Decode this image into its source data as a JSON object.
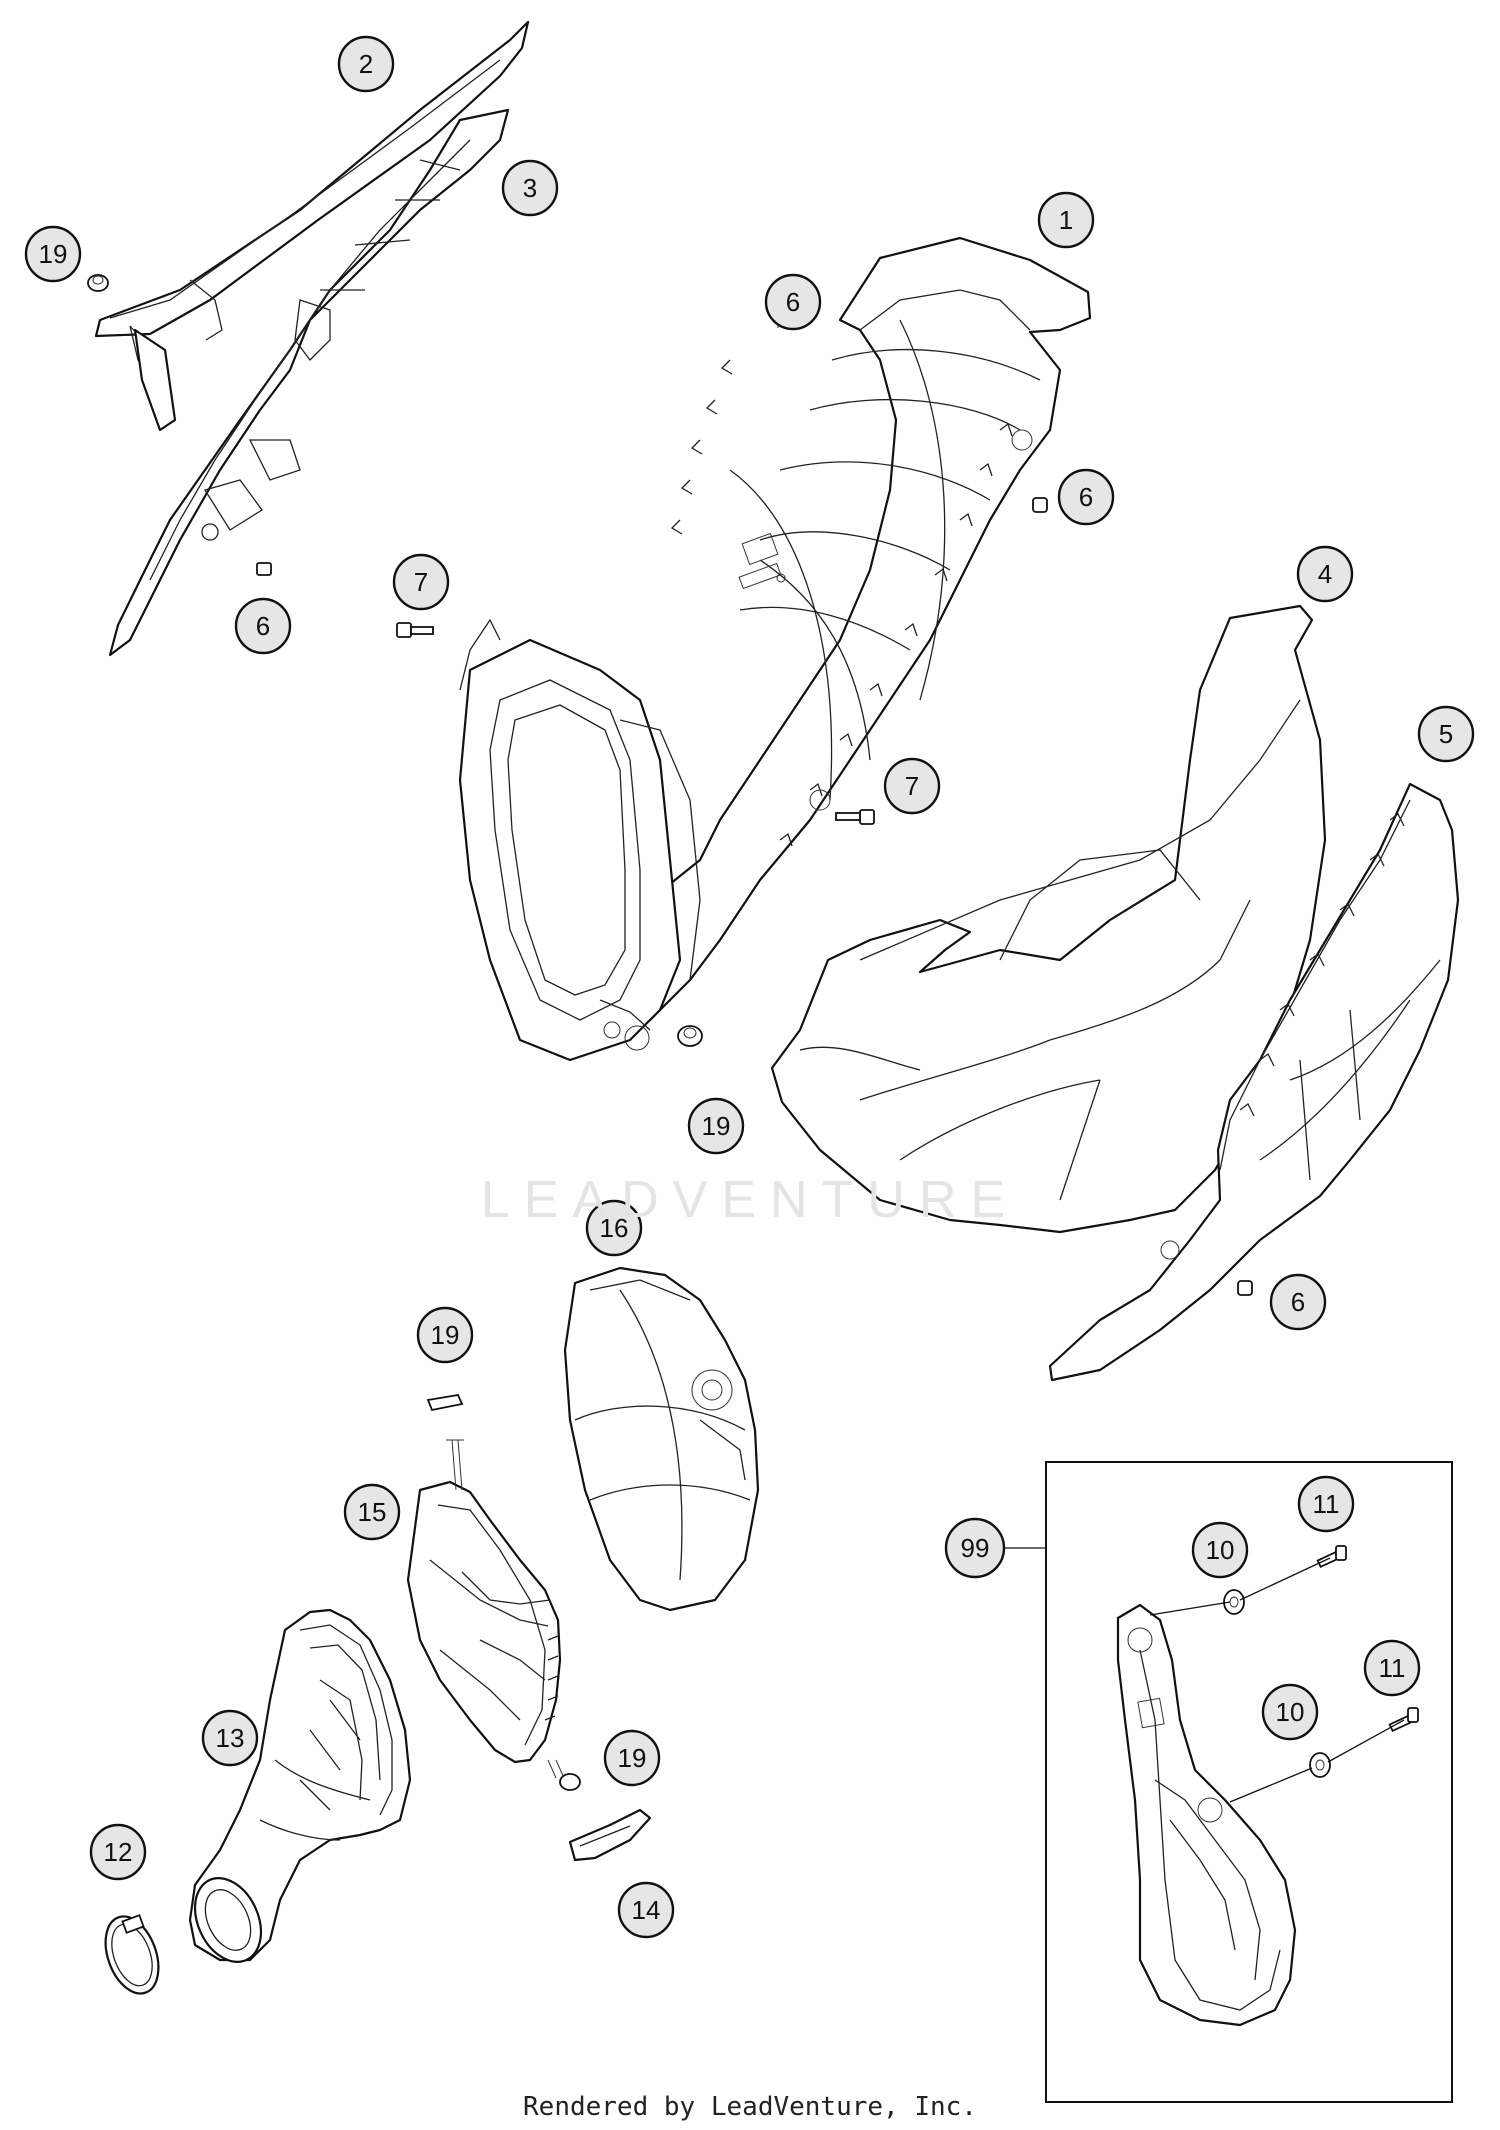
{
  "watermark": "LEADVENTURE",
  "footer": "Rendered by LeadVenture, Inc.",
  "kit_label": "99",
  "callouts": [
    {
      "id": "c-2",
      "label": "2"
    },
    {
      "id": "c-3",
      "label": "3"
    },
    {
      "id": "c-19a",
      "label": "19"
    },
    {
      "id": "c-6a",
      "label": "6"
    },
    {
      "id": "c-1",
      "label": "1"
    },
    {
      "id": "c-6b",
      "label": "6"
    },
    {
      "id": "c-6c",
      "label": "6"
    },
    {
      "id": "c-7a",
      "label": "7"
    },
    {
      "id": "c-4",
      "label": "4"
    },
    {
      "id": "c-5",
      "label": "5"
    },
    {
      "id": "c-7b",
      "label": "7"
    },
    {
      "id": "c-19b",
      "label": "19"
    },
    {
      "id": "c-16",
      "label": "16"
    },
    {
      "id": "c-6d",
      "label": "6"
    },
    {
      "id": "c-19c",
      "label": "19"
    },
    {
      "id": "c-15",
      "label": "15"
    },
    {
      "id": "c-13",
      "label": "13"
    },
    {
      "id": "c-19d",
      "label": "19"
    },
    {
      "id": "c-12",
      "label": "12"
    },
    {
      "id": "c-14",
      "label": "14"
    },
    {
      "id": "c-10a",
      "label": "10"
    },
    {
      "id": "c-11a",
      "label": "11"
    },
    {
      "id": "c-10b",
      "label": "10"
    },
    {
      "id": "c-11b",
      "label": "11"
    }
  ]
}
